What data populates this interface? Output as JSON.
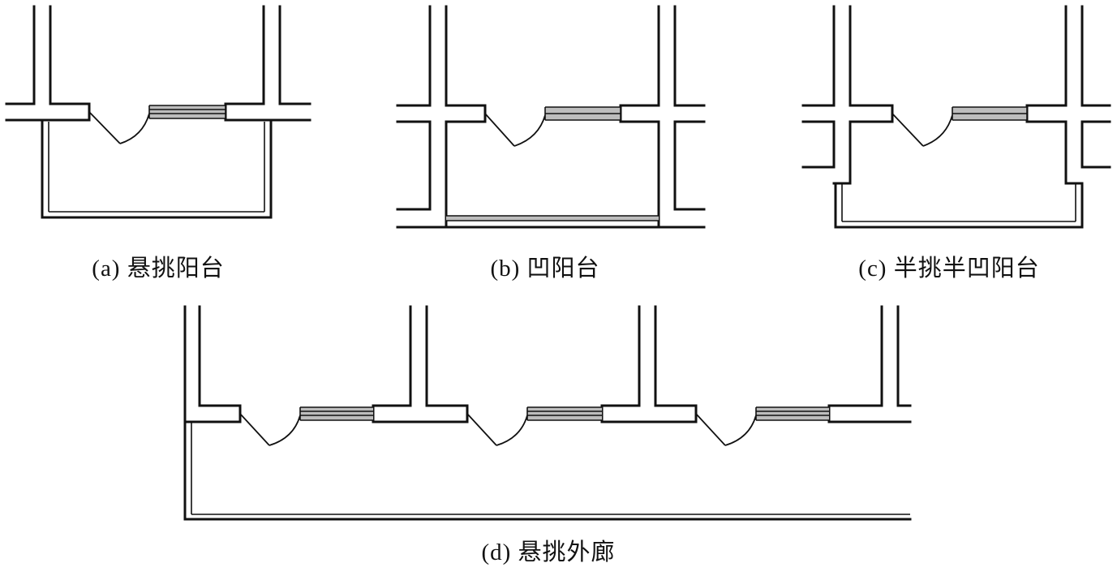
{
  "panels": [
    {
      "id": "a",
      "caption": "(a) 悬挑阳台"
    },
    {
      "id": "b",
      "caption": "(b) 凹阳台"
    },
    {
      "id": "c",
      "caption": "(c) 半挑半凹阳台"
    },
    {
      "id": "d",
      "caption": "(d) 悬挑外廊"
    }
  ]
}
